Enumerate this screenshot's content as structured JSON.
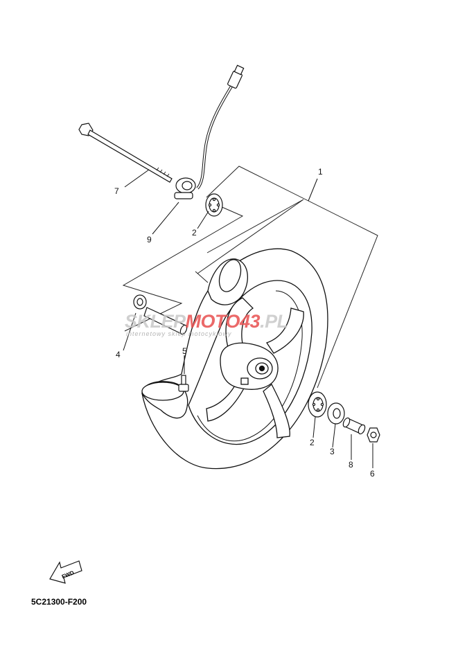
{
  "diagram": {
    "code": "5C21300-F200",
    "fwd_label": "FWD",
    "callouts": [
      {
        "id": "1",
        "text": "1"
      },
      {
        "id": "2a",
        "text": "2"
      },
      {
        "id": "2b",
        "text": "2"
      },
      {
        "id": "3",
        "text": "3"
      },
      {
        "id": "4",
        "text": "4"
      },
      {
        "id": "5",
        "text": "5"
      },
      {
        "id": "6",
        "text": "6"
      },
      {
        "id": "7",
        "text": "7"
      },
      {
        "id": "8",
        "text": "8"
      },
      {
        "id": "9",
        "text": "9"
      }
    ]
  },
  "watermark": {
    "part1": "SKLEP",
    "part2": "MOTO",
    "part3": "43",
    "part4": ".PL",
    "tagline": "internetowy sklep motocyklowy",
    "colors": {
      "gray": "#c8c8c8",
      "red": "#e85050"
    }
  }
}
